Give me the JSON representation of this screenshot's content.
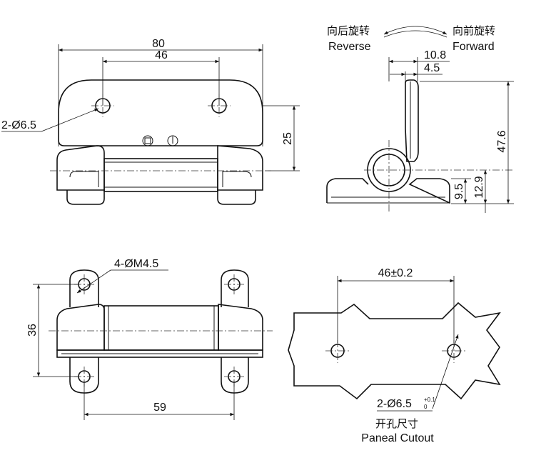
{
  "front_view": {
    "dim_width": "80",
    "dim_holes": "46",
    "dim_height": "25",
    "hole_label": "2-Ø6.5"
  },
  "side_view": {
    "reverse_cn": "向后旋转",
    "reverse_en": "Reverse",
    "forward_cn": "向前旋转",
    "forward_en": "Forward",
    "dim_top_outer": "10.8",
    "dim_top_inner": "4.5",
    "dim_total_height": "47.6",
    "dim_base": "9.5",
    "dim_pivot": "12.9"
  },
  "bottom_view": {
    "screw_label": "4-ØM4.5",
    "dim_height": "36",
    "dim_width": "59"
  },
  "cutout_view": {
    "dim_spacing": "46±0.2",
    "hole_label": "2-Ø6.5",
    "tol_upper": "+0.1",
    "tol_lower": "0",
    "title_cn": "开孔尺寸",
    "title_en": "Paneal Cutout"
  }
}
